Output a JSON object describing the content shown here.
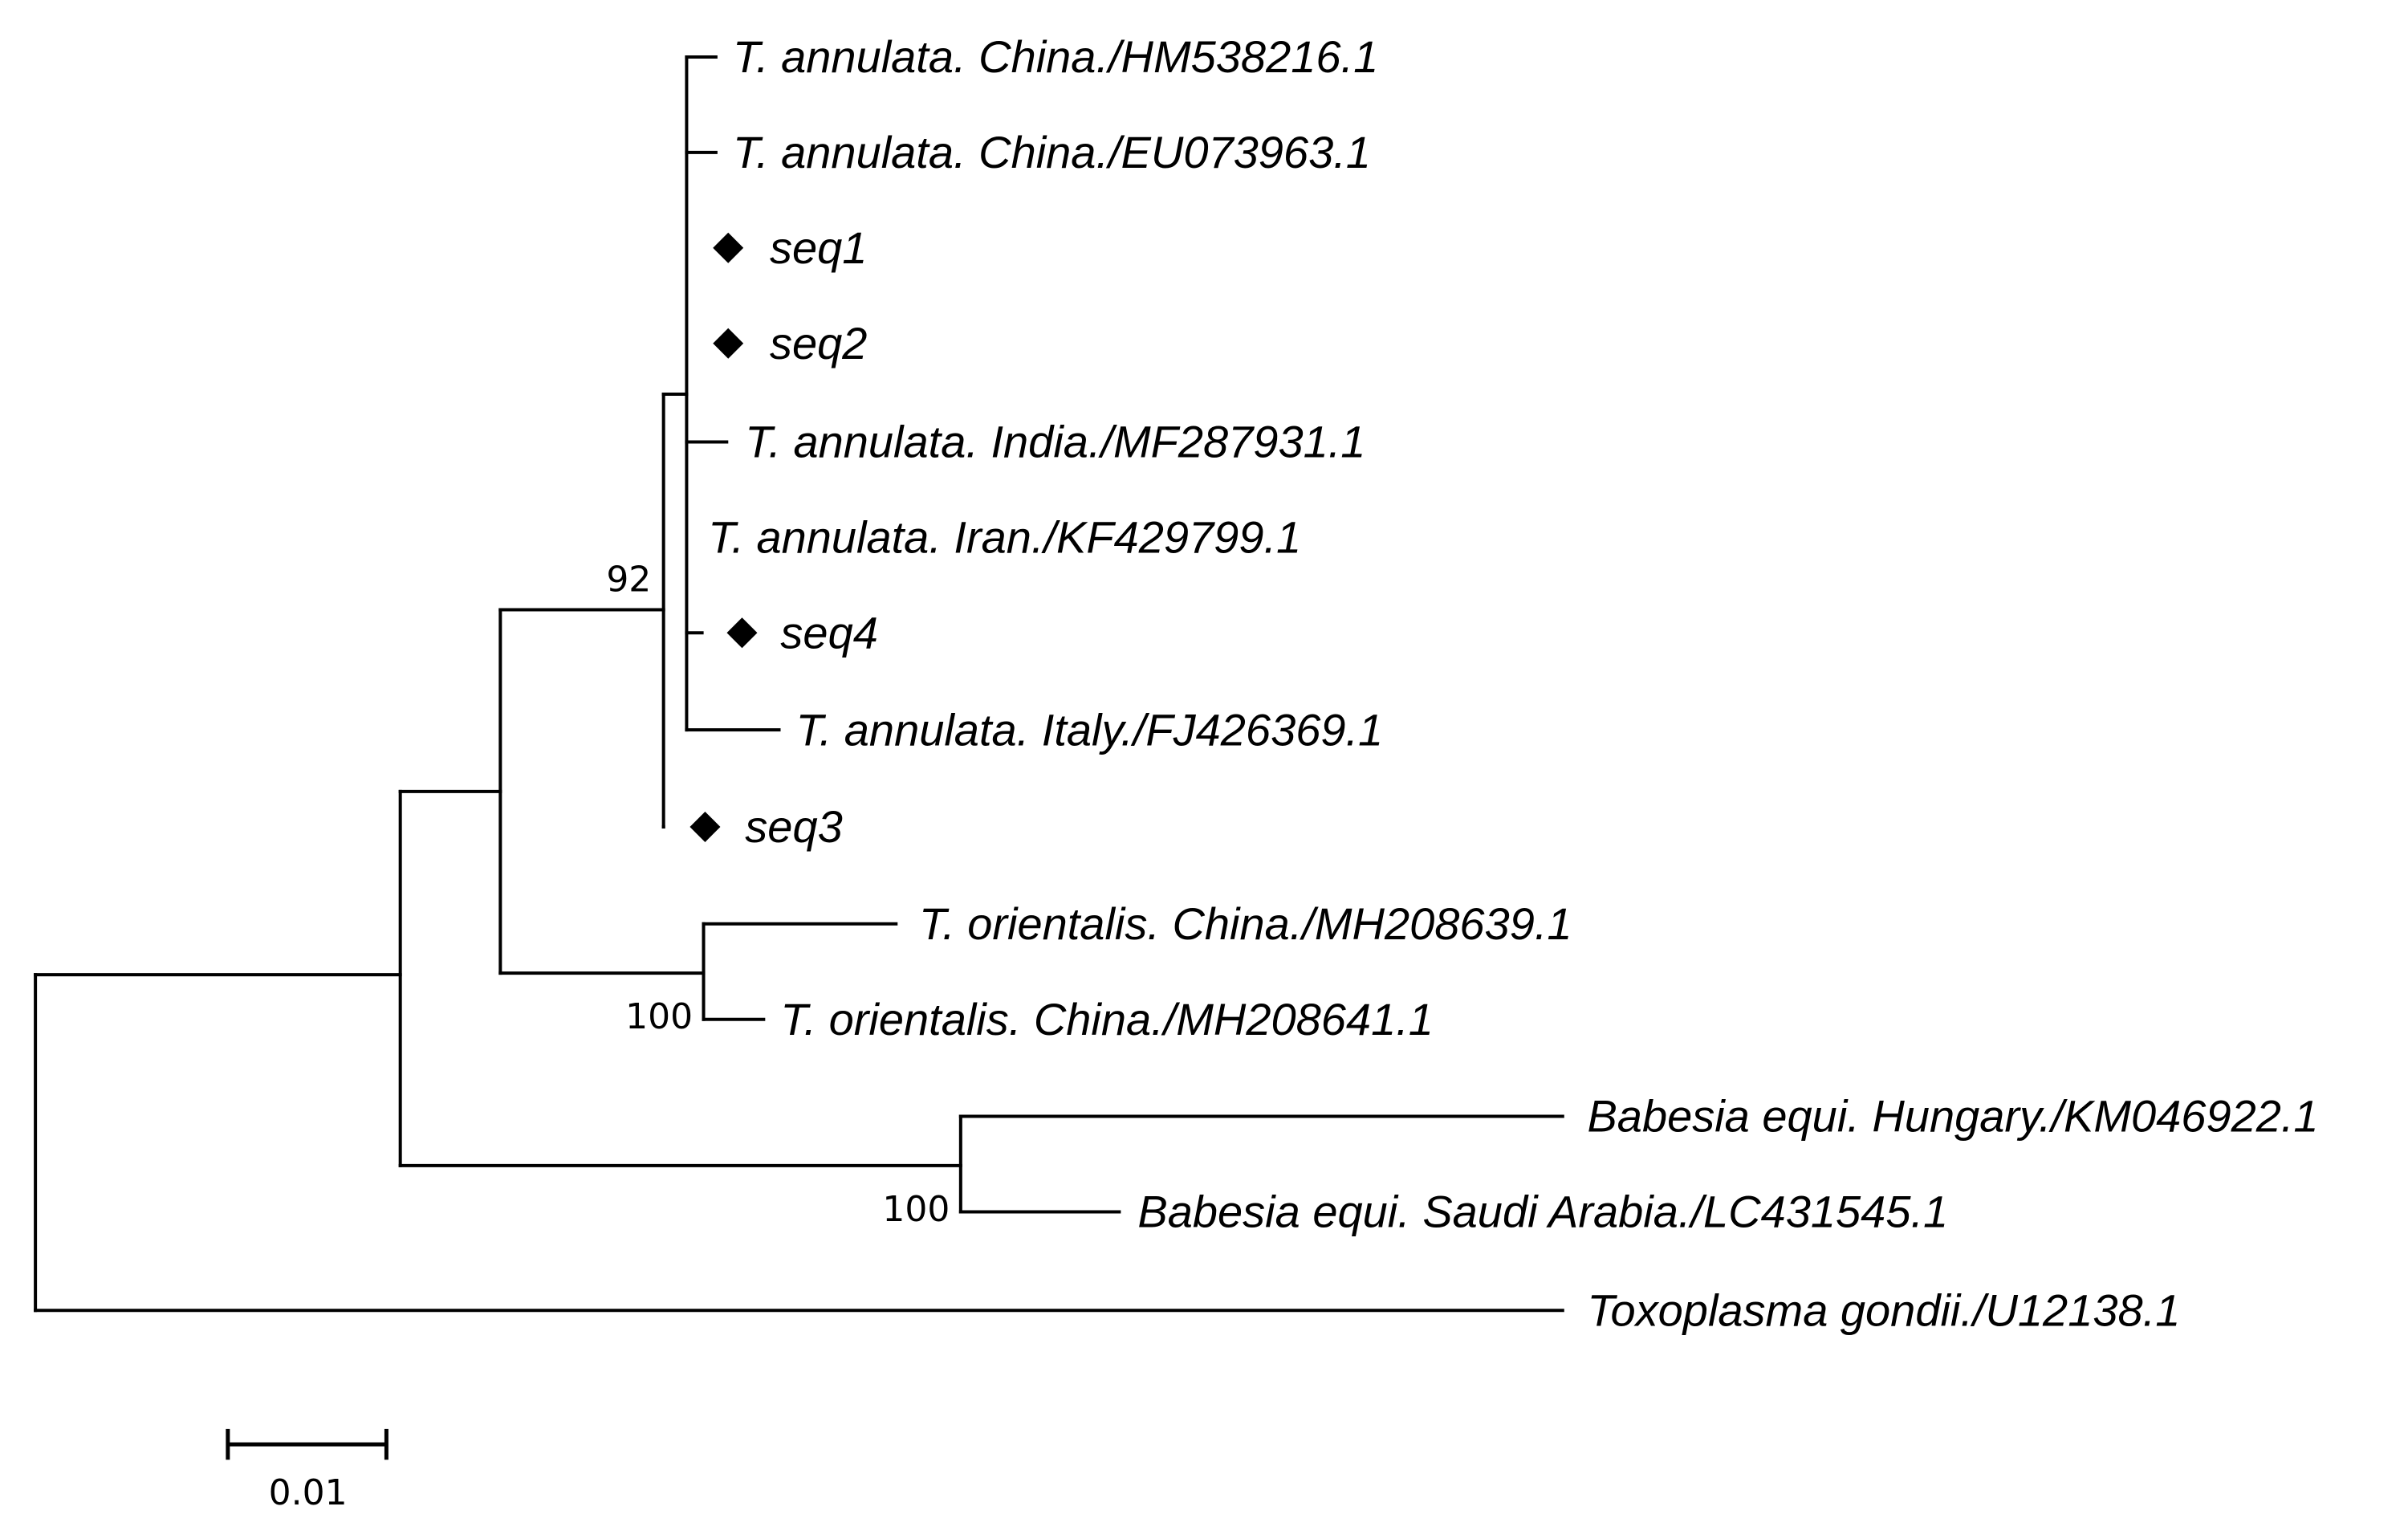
{
  "tree": {
    "leaves": [
      {
        "id": "l1",
        "label": "T. annulata. China./HM538216.1",
        "marked": false
      },
      {
        "id": "l2",
        "label": "T. annulata. China./EU073963.1",
        "marked": false
      },
      {
        "id": "l3",
        "label": "seq1",
        "marked": true
      },
      {
        "id": "l4",
        "label": "seq2",
        "marked": true
      },
      {
        "id": "l5",
        "label": "T. annulata. India./MF287931.1",
        "marked": false
      },
      {
        "id": "l6",
        "label": "T. annulata. Iran./KF429799.1",
        "marked": false
      },
      {
        "id": "l7",
        "label": "seq4",
        "marked": true
      },
      {
        "id": "l8",
        "label": "T. annulata. Italy./FJ426369.1",
        "marked": false
      },
      {
        "id": "l9",
        "label": "seq3",
        "marked": true
      },
      {
        "id": "l10",
        "label": "T. orientalis. China./MH208639.1",
        "marked": false
      },
      {
        "id": "l11",
        "label": "T. orientalis. China./MH208641.1",
        "marked": false
      },
      {
        "id": "l12",
        "label": "Babesia equi. Hungary./KM046922.1",
        "marked": false
      },
      {
        "id": "l13",
        "label": "Babesia equi. Saudi Arabia./LC431545.1",
        "marked": false
      },
      {
        "id": "l14",
        "label": "Toxoplasma gondii./U12138.1",
        "marked": false
      }
    ],
    "support_values": [
      {
        "node": "t-annulata-clade",
        "value": "92"
      },
      {
        "node": "t-orientalis-clade",
        "value": "100"
      },
      {
        "node": "babesia-clade",
        "value": "100"
      }
    ],
    "scale_bar": {
      "label": "0.01"
    }
  }
}
